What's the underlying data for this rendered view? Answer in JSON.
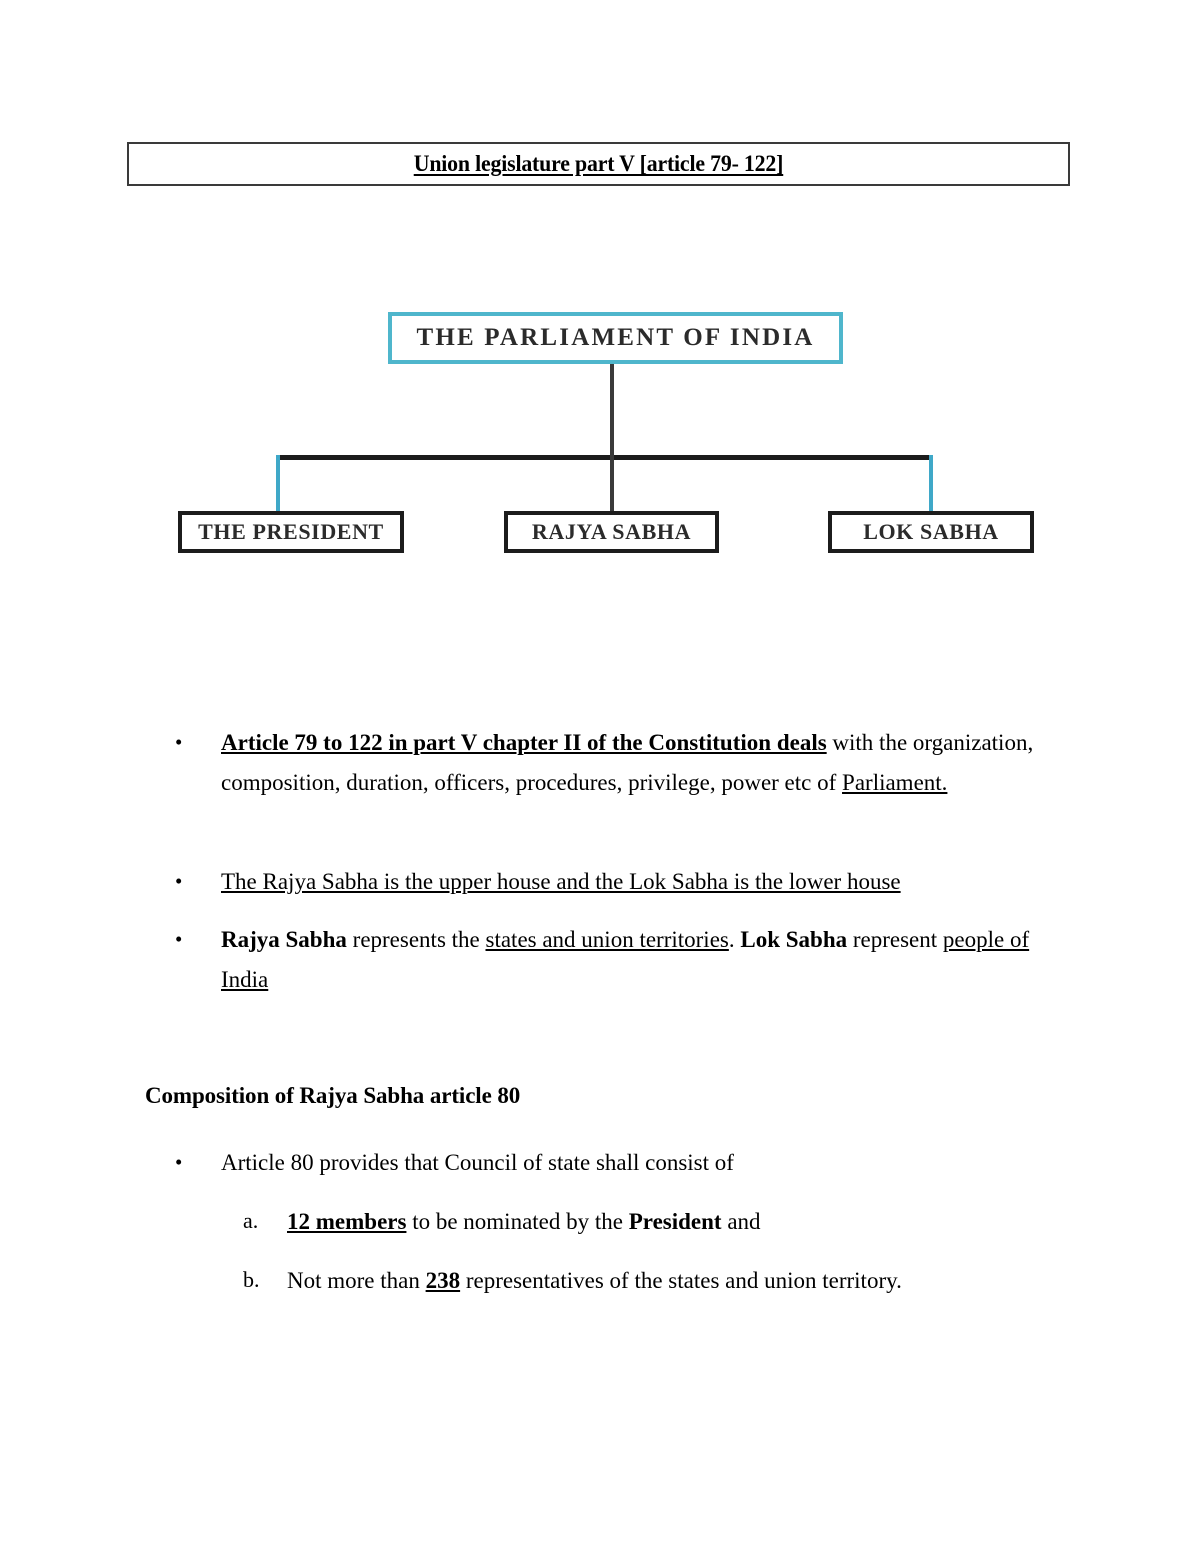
{
  "document": {
    "title_box": {
      "text": "Union legislature part V [article 79- 122]"
    },
    "diagram": {
      "name": "parliament-of-india-org-chart",
      "root": {
        "label": "THE PARLIAMENT OF INDIA",
        "border_color": "#4fb6cc"
      },
      "children": [
        {
          "label": "THE PRESIDENT",
          "border_color": "#1c1c1c",
          "connector_color": "#3fa8c8"
        },
        {
          "label": "RAJYA SABHA",
          "border_color": "#1c1c1c",
          "connector_color": "#3a3a3a"
        },
        {
          "label": "LOK SABHA",
          "border_color": "#1c1c1c",
          "connector_color": "#3fa8c8"
        }
      ],
      "bus_color": "#1c1c1c"
    },
    "bullets": [
      {
        "marker": "•",
        "segments": [
          {
            "text": "Article 79 to 122 in part V chapter II of the Constitution deals",
            "style": "bold-underline"
          },
          {
            "text": " with the organization, composition, duration, officers, procedures, privilege, power etc of ",
            "style": "normal"
          },
          {
            "text": "Parliament.",
            "style": "underline"
          }
        ]
      },
      {
        "marker": "•",
        "segments": [
          {
            "text": "The Rajya Sabha is the upper house and the Lok Sabha is the lower house",
            "style": "underline"
          }
        ]
      },
      {
        "marker": "•",
        "segments": [
          {
            "text": "Rajya Sabha",
            "style": "bold"
          },
          {
            "text": " represents the ",
            "style": "normal"
          },
          {
            "text": "states and union territories",
            "style": "underline"
          },
          {
            "text": ". ",
            "style": "normal"
          },
          {
            "text": "Lok Sabha",
            "style": "bold"
          },
          {
            "text": " represent ",
            "style": "normal"
          },
          {
            "text": "people of India",
            "style": "underline"
          }
        ]
      }
    ],
    "section": {
      "heading": "Composition of Rajya Sabha article 80",
      "lead_bullet": {
        "marker": "•",
        "segments": [
          {
            "text": "Article 80 provides that Council of state shall consist of",
            "style": "normal"
          }
        ]
      },
      "sub_items": [
        {
          "marker": "a.",
          "segments": [
            {
              "text": "12 members",
              "style": "bold-underline"
            },
            {
              "text": " to be nominated by the  ",
              "style": "normal"
            },
            {
              "text": "President",
              "style": "bold"
            },
            {
              "text": " and",
              "style": "normal"
            }
          ]
        },
        {
          "marker": "b.",
          "segments": [
            {
              "text": "Not more than ",
              "style": "normal"
            },
            {
              "text": "238",
              "style": "bold-underline"
            },
            {
              "text": " representatives of the states and union territory.",
              "style": "normal"
            }
          ]
        }
      ]
    }
  }
}
